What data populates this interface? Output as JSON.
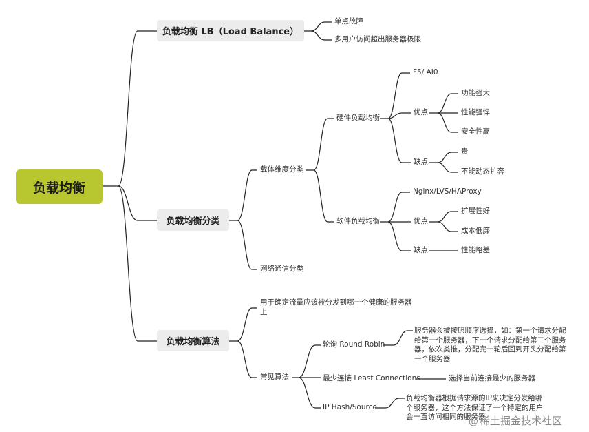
{
  "root": {
    "label": "负载均衡"
  },
  "lb": {
    "label": "负载均衡 LB（Load Balance）",
    "children": [
      "单点故障",
      "多用户访问超出服务器极限"
    ]
  },
  "classify": {
    "label": "负载均衡分类",
    "carrier": {
      "label": "载体维度分类",
      "hardware": {
        "label": "硬件负载均衡",
        "example": "F5/ AI0",
        "pros_label": "优点",
        "pros": [
          "功能强大",
          "性能强悍",
          "安全性高"
        ],
        "cons_label": "缺点",
        "cons": [
          "贵",
          "不能动态扩容"
        ]
      },
      "software": {
        "label": "软件负载均衡",
        "example": "Nginx/LVS/HAProxy",
        "pros_label": "优点",
        "pros": [
          "扩展性好",
          "成本低廉"
        ],
        "cons_label": "缺点",
        "cons": [
          "性能略差"
        ]
      }
    },
    "network": {
      "label": "网络通信分类"
    }
  },
  "algo": {
    "label": "负载均衡算法",
    "purpose": "用于确定流量应该被分发到哪一个健康的服务器上",
    "common": {
      "label": "常见算法",
      "items": [
        {
          "label": "轮询 Round Robin",
          "desc": "服务器会被按照顺序选择，如：第一个请求分配给第一个服务器，下一个请求分配给第二个服务器，依次类推，分配完一轮后回到开头分配给第一个服务器"
        },
        {
          "label": "最少连接 Least Connections",
          "desc": "选择当前连接最少的服务器"
        },
        {
          "label": "IP Hash/Source",
          "desc": "负载均衡器根据请求源的IP来决定分发给哪个服务器，这个方法保证了一个特定的用户会一直访问相同的服务器"
        }
      ]
    }
  },
  "watermark": {
    "text": "稀土掘金技术社区",
    "icon": "at-icon"
  },
  "colors": {
    "root_bg": "#b8c630",
    "branch_bg": "#ececec",
    "line": "#222222"
  }
}
